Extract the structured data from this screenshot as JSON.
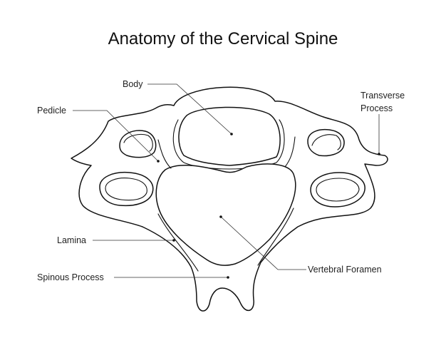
{
  "title": "Anatomy of the Cervical Spine",
  "labels": {
    "body": "Body",
    "pedicle": "Pedicle",
    "transverse_process_line1": "Transverse",
    "transverse_process_line2": "Process",
    "lamina": "Lamina",
    "spinous_process": "Spinous Process",
    "vertebral_foramen": "Vertebral Foramen"
  },
  "colors": {
    "line": "#111111",
    "background": "#ffffff"
  }
}
